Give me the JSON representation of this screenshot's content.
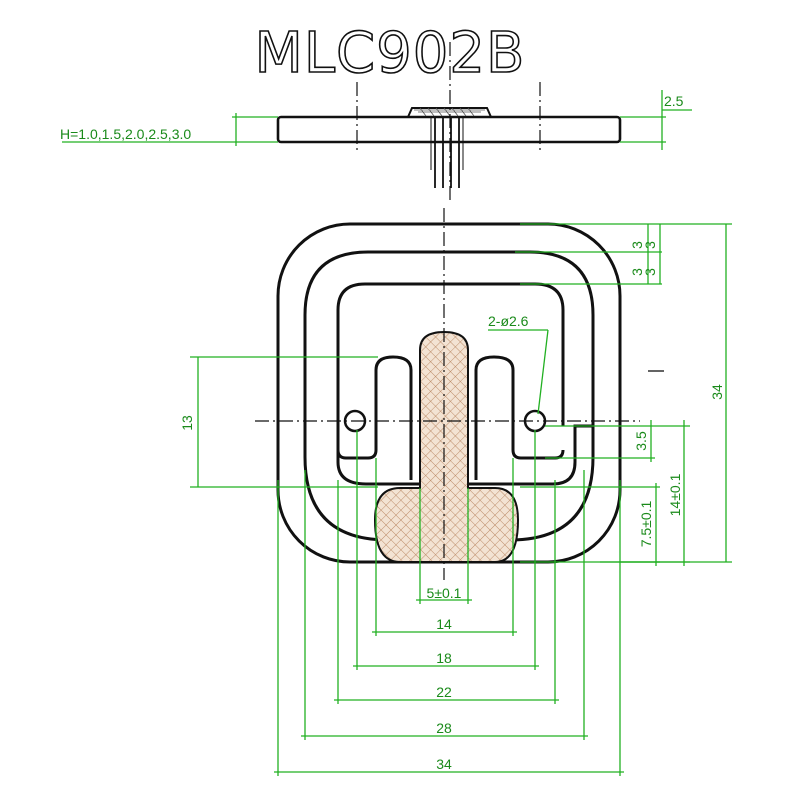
{
  "title": "MLC902B",
  "side_view": {
    "height_label": "H=1.0,1.5,2.0,2.5,3.0",
    "thickness_label": "2.5"
  },
  "top_view": {
    "vertical": {
      "gap_top_1": "3",
      "gap_top_2": "3",
      "gap_top_3": "3",
      "gap_top_4": "3",
      "hole_label": "2-ø2.6",
      "slot_height": "13",
      "hole_offset": "3.5",
      "lower_pad": "7.5±0.1",
      "pad_to_hole": "14±0.1",
      "overall_height": "34"
    },
    "horizontal": {
      "neck_width": "5±0.1",
      "w14": "14",
      "w18": "18",
      "w22": "22",
      "w28": "28",
      "w34": "34"
    }
  },
  "colors": {
    "dimension": "#22b022",
    "outline": "#111111",
    "pad_fill": "#f3e3d3",
    "pad_hatch": "#b07850"
  }
}
